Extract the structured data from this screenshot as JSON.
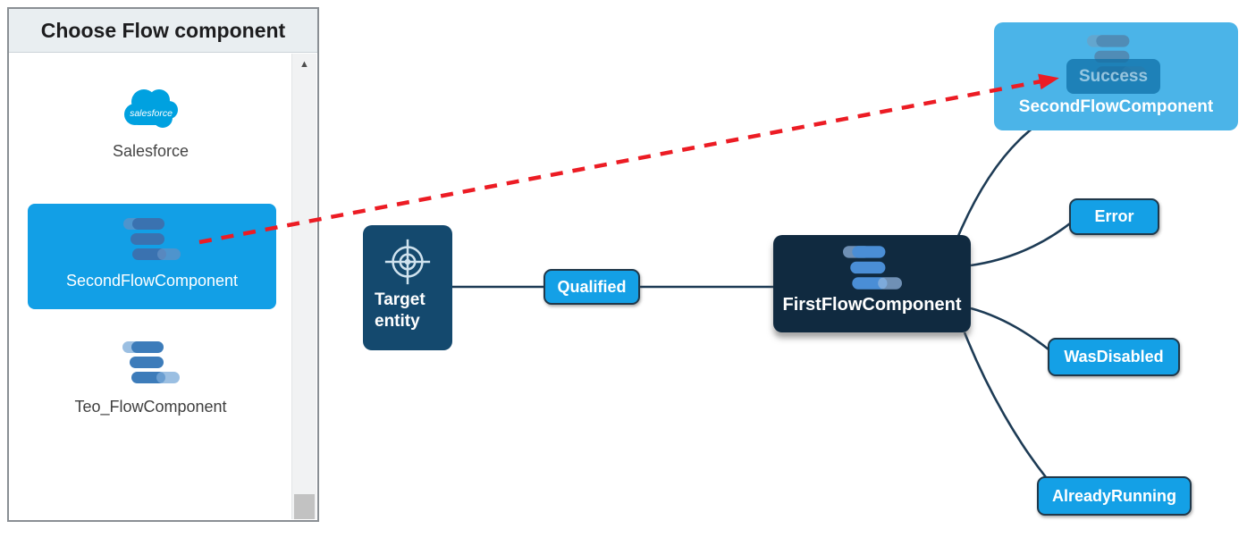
{
  "sidebar": {
    "title": "Choose Flow component",
    "items": [
      {
        "label": "Salesforce",
        "icon": "salesforce-cloud",
        "selected": false
      },
      {
        "label": "SecondFlowComponent",
        "icon": "flow-bars",
        "selected": true
      },
      {
        "label": "Teo_FlowComponent",
        "icon": "flow-bars",
        "selected": false
      }
    ],
    "salesforce_logo_text": "salesforce",
    "scrollbar": {
      "up_arrow": "▲"
    }
  },
  "canvas": {
    "target_node": {
      "label": "Target entity",
      "icon": "target-crosshair"
    },
    "first_node": {
      "label": "FirstFlowComponent",
      "icon": "flow-bars"
    },
    "second_node": {
      "label": "SecondFlowComponent",
      "icon": "flow-bars",
      "badge": "Success"
    },
    "edge_badges": {
      "qualified": "Qualified",
      "error": "Error",
      "was_disabled": "WasDisabled",
      "already_running": "AlreadyRunning"
    },
    "drag_arrow": {
      "style": "dashed",
      "color": "#ec1c24"
    }
  },
  "colors": {
    "accent_blue": "#14a0e6",
    "selected_item_blue": "#129fe6",
    "light_node_blue": "#4bb4e8",
    "dark_node_navy": "#102a40",
    "target_node_teal": "#14496e",
    "edge_stroke": "#1d3b55",
    "drag_arrow_red": "#ec1c24",
    "salesforce_blue": "#00a1e0",
    "panel_header_bg": "#e9eef1"
  }
}
